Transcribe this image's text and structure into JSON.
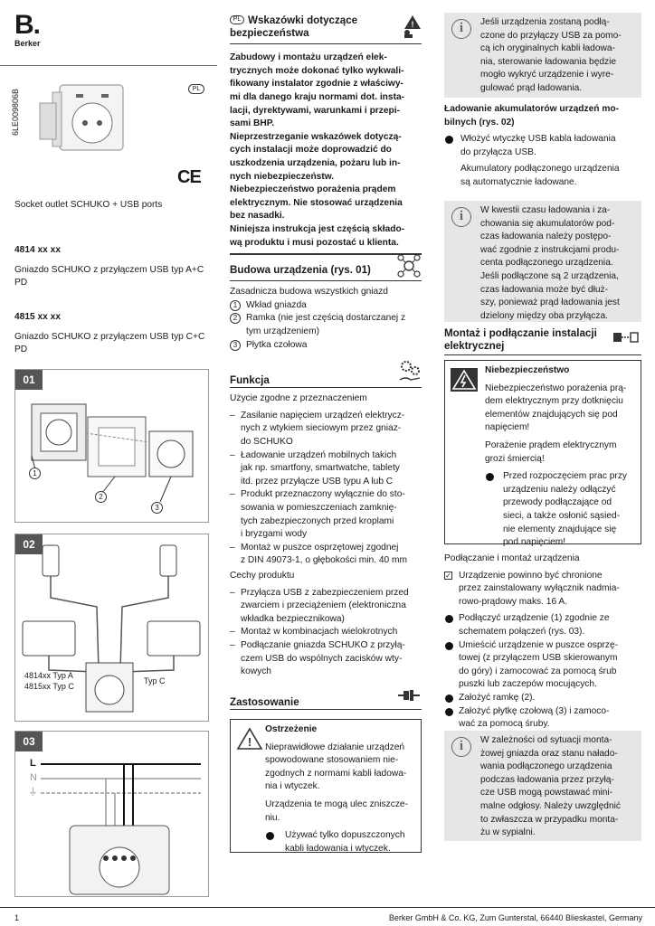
{
  "brand": {
    "letter": "B.",
    "name": "Berker"
  },
  "doc_code": "6LE009806B",
  "lang_badge": "PL",
  "ce_mark": "CE",
  "product_title_en": "Socket outlet SCHUKO + USB ports",
  "variants": [
    {
      "code": "4814 xx xx",
      "desc": "Gniazdo SCHUKO z przyłączem USB typ A+C PD"
    },
    {
      "code": "4815 xx xx",
      "desc": "Gniazdo SCHUKO z przyłączem USB typ C+C PD"
    }
  ],
  "figures": {
    "f01": {
      "label": "01",
      "callouts": [
        "1",
        "2",
        "3"
      ]
    },
    "f02": {
      "label": "02",
      "left_text_1": "4814xx Typ A",
      "left_text_2": "4815xx Typ C",
      "right_text": "Typ C"
    },
    "f03": {
      "label": "03",
      "lines": [
        "L",
        "N",
        "⏚"
      ]
    }
  },
  "safety": {
    "badge": "PL",
    "title_1": "Wskazówki dotyczące",
    "title_2": "bezpieczeństwa",
    "lines": [
      "Zabudowy i montażu urządzeń elek-",
      "trycznych może dokonać tylko wykwali-",
      "fikowany instalator zgodnie z właściwy-",
      "mi dla danego kraju normami dot. insta-",
      "lacji, dyrektywami, warunkami i przepi-",
      "sami BHP.",
      "Nieprzestrzeganie wskazówek dotyczą-",
      "cych instalacji może doprowadzić do",
      "uszkodzenia urządzenia, pożaru lub in-",
      "nych niebezpieczeństw.",
      "Niebezpieczeństwo porażenia prądem",
      "elektrycznym. Nie stosować urządzenia",
      "bez nasadki.",
      "Niniejsza instrukcja jest częścią składo-",
      "wą produktu i musi pozostać u klienta."
    ]
  },
  "structure": {
    "title": "Budowa urządzenia (rys. 01)",
    "intro": "Zasadnicza budowa wszystkich gniazd",
    "items": [
      {
        "n": "1",
        "lines": [
          "Wkład gniazda"
        ]
      },
      {
        "n": "2",
        "lines": [
          "Ramka (nie jest częścią dostarczanej z",
          "tym urządzeniem)"
        ]
      },
      {
        "n": "3",
        "lines": [
          "Płytka czołowa"
        ]
      }
    ]
  },
  "function": {
    "title": "Funkcja",
    "intro": "Użycie zgodne z przeznaczeniem",
    "items": [
      [
        "Zasilanie napięciem urządzeń elektrycz-",
        "nych z wtykiem sieciowym przez gniaz-",
        "do SCHUKO"
      ],
      [
        "Ładowanie urządzeń mobilnych takich",
        "jak np. smartfony, smartwatche, tablety",
        "itd. przez przyłącze USB typu A lub C"
      ],
      [
        "Produkt przeznaczony wyłącznie do sto-",
        "sowania w pomieszczeniach zamknię-",
        "tych zabezpieczonych przed kroplami",
        "i bryzgami wody"
      ],
      [
        "Montaż w puszce osprzętowej zgodnej",
        "z DIN 49073-1, o głębokości min. 40 mm"
      ]
    ],
    "features_title": "Cechy produktu",
    "features": [
      [
        "Przyłącza USB z zabezpieczeniem przed",
        "zwarciem i przeciążeniem (elektroniczna",
        "wkładka bezpiecznikowa)"
      ],
      [
        "Montaż w kombinacjach wielokrotnych"
      ],
      [
        "Podłączanie gniazda SCHUKO z przyłą-",
        "czem USB do wspólnych zacisków wty-",
        "kowych"
      ]
    ]
  },
  "usage": {
    "title": "Zastosowanie",
    "warning_title": "Ostrzeżenie",
    "warning_lines": [
      "Nieprawidłowe działanie urządzeń",
      "spowodowane stosowaniem nie-",
      "zgodnych z normami kabli ładowa-",
      "nia i wtyczek."
    ],
    "damage_lines": [
      "Urządzenia te mogą ulec zniszcze-",
      "niu."
    ],
    "bullet_lines": [
      "Używać tylko dopuszczonych",
      "kabli ładowania i wtyczek."
    ]
  },
  "col3": {
    "info1": [
      "Jeśli urządzenia zostaną podłą-",
      "czone do przyłączy USB za pomo-",
      "cą ich oryginalnych kabli ładowa-",
      "nia, sterowanie ładowania będzie",
      "mogło wykryć urządzenie i wyre-",
      "gulować prąd ładowania."
    ],
    "charge_title_1": "Ładowanie akumulatorów urządzeń mo-",
    "charge_title_2": "bilnych (rys. 02)",
    "charge_bullet": [
      "Włożyć wtyczkę USB kabla ładowania",
      "do przyłącza USB."
    ],
    "charge_auto": [
      "Akumulatory podłączonego urządzenia",
      "są automatycznie ładowane."
    ],
    "info2": [
      "W kwestii czasu ładowania i za-",
      "chowania się akumulatorów pod-",
      "czas ładowania należy postępo-",
      "wać zgodnie z instrukcjami produ-",
      "centa podłączonego urządzenia.",
      "Jeśli podłączone są 2 urządzenia,",
      "czas ładowania może być dłuż-",
      "szy, ponieważ prąd ładowania jest",
      "dzielony między oba przyłącza."
    ],
    "mount_title_1": "Montaż i podłączanie instalacji",
    "mount_title_2": "elektrycznej",
    "danger_title": "Niebezpieczeństwo",
    "danger_lines": [
      "Niebezpieczeństwo porażenia prą-",
      "dem elektrycznym przy dotknięciu",
      "elementów znajdujących się pod",
      "napięciem!"
    ],
    "danger_lines2": [
      "Porażenie prądem elektrycznym",
      "grozi śmiercią!"
    ],
    "danger_bullet": [
      "Przed rozpoczęciem prac przy",
      "urządzeniu należy odłączyć",
      "przewody podłączające od",
      "sieci, a także osłonić sąsied-",
      "nie elementy znajdujące się",
      "pod napięciem!"
    ],
    "connect_title": "Podłączanie i montaż urządzenia",
    "check_lines": [
      "Urządzenie powinno być chronione",
      "przez zainstalowany wyłącznik nadmia-",
      "rowo-prądowy maks. 16 A."
    ],
    "steps": [
      [
        "Podłączyć urządzenie (1) zgodnie ze",
        "schematem połączeń (rys. 03)."
      ],
      [
        "Umieścić urządzenie w puszce osprzę-",
        "towej (z przyłączem USB skierowanym",
        "do góry) i zamocować za pomocą śrub",
        "puszki lub zaczepów mocujących."
      ],
      [
        "Założyć ramkę (2)."
      ],
      [
        "Założyć płytkę czołową (3) i zamoco-",
        "wać za pomocą śruby."
      ]
    ],
    "info3": [
      "W zależności od sytuacji monta-",
      "żowej gniazda oraz stanu nałado-",
      "wania podłączonego urządzenia",
      "podczas ładowania przez przyłą-",
      "cze USB mogą powstawać mini-",
      "malne odgłosy. Należy uwzględnić",
      "to zwłaszcza w przypadku monta-",
      "żu w sypialni."
    ]
  },
  "footer": {
    "page": "1",
    "company": "Berker GmbH & Co. KG, Zum Gunterstal, 66440 Blieskastel, Germany"
  }
}
